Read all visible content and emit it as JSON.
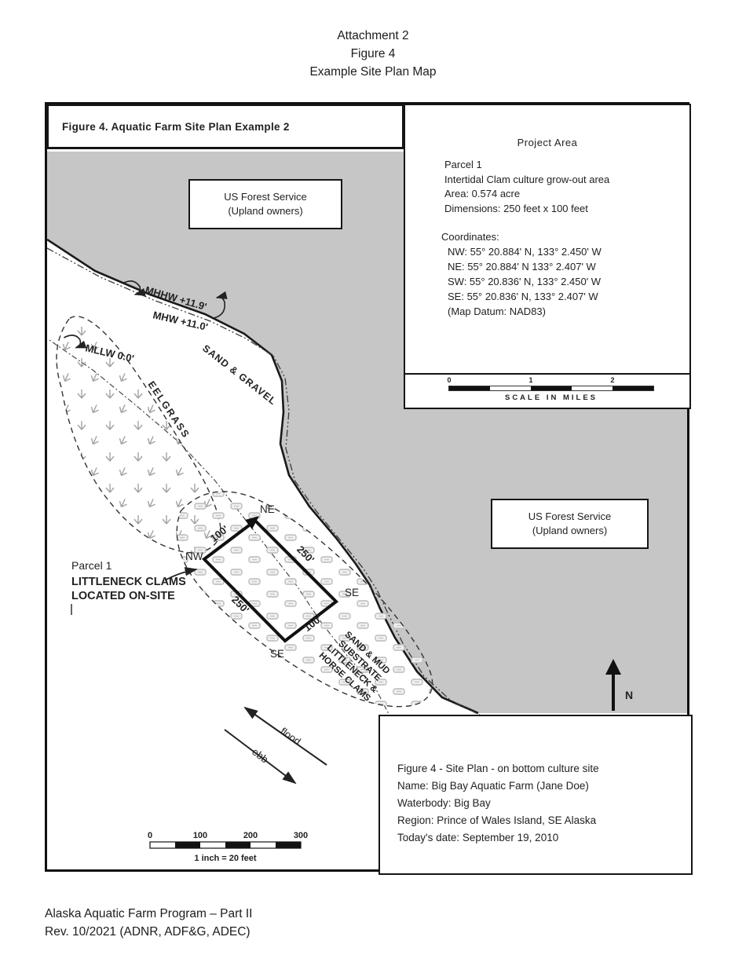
{
  "page": {
    "header": [
      "Attachment 2",
      "Figure 4",
      "Example Site Plan Map"
    ],
    "footer": [
      "Alaska Aquatic Farm Program – Part II",
      "Rev. 10/2021 (ADNR, ADF&G, ADEC)"
    ]
  },
  "map": {
    "title_box": "Figure 4. Aquatic Farm Site Plan Example 2",
    "project_box": {
      "title": "Project Area",
      "lines": [
        "Parcel 1",
        " Intertidal Clam culture grow-out area",
        "Area: 0.574 acre",
        "Dimensions: 250 feet x 100 feet"
      ],
      "coords_title": "Coordinates:",
      "coords": [
        "NW: 55° 20.884' N, 133° 2.450' W",
        "NE: 55° 20.884' N 133° 2.407' W",
        "SW: 55° 20.836' N, 133° 2.450' W",
        "SE: 55° 20.836' N, 133° 2.407' W",
        "(Map Datum:  NAD83)"
      ],
      "scale_ticks": [
        "0",
        "1",
        "2"
      ],
      "scale_label": "SCALE IN MILES"
    },
    "upland_box": {
      "line1": "US Forest  Service",
      "line2": "(Upland owners)"
    },
    "tide_labels": {
      "mhhw": "MHHW +11.9'",
      "mhw": "MHW +11.0'",
      "mllw": "MLLW 0.0'"
    },
    "area_labels": {
      "sand_gravel": "SAND & GRAVEL",
      "eelgrass": "EELGRASS",
      "substrate": [
        "SAND & MUD",
        "SUBSTRATE",
        "LITTLENECK &",
        "HORSE CLAMS"
      ]
    },
    "parcel": {
      "name": "Parcel 1",
      "desc1": "LITTLENECK CLAMS",
      "desc2": "LOCATED ON-SITE",
      "corner_ne": "NE",
      "corner_nw": "NW",
      "corner_se_right": "SE",
      "corner_se_bottom": "SE",
      "dim_top": "100'",
      "dim_right": "250'",
      "dim_left": "250'",
      "dim_bottom": "100'"
    },
    "currents": {
      "flood": "flood",
      "ebb": "ebb"
    },
    "north_label": "N",
    "scale_bar": {
      "ticks": [
        "0",
        "100",
        "200",
        "300"
      ],
      "label": "1 inch = 20 feet"
    },
    "info_box": [
      "Figure 4 - Site Plan - on bottom culture site",
      "Name: Big Bay Aquatic Farm (Jane Doe)",
      "Waterbody: Big Bay",
      "Region: Prince of Wales Island, SE Alaska",
      "Today's date: September 19, 2010"
    ],
    "colors": {
      "land": "#c6c6c6",
      "ink": "#1a1a1a",
      "clam_symbol": "#bcbcbc",
      "eelgrass_symbol": "#a3a3a3"
    }
  }
}
